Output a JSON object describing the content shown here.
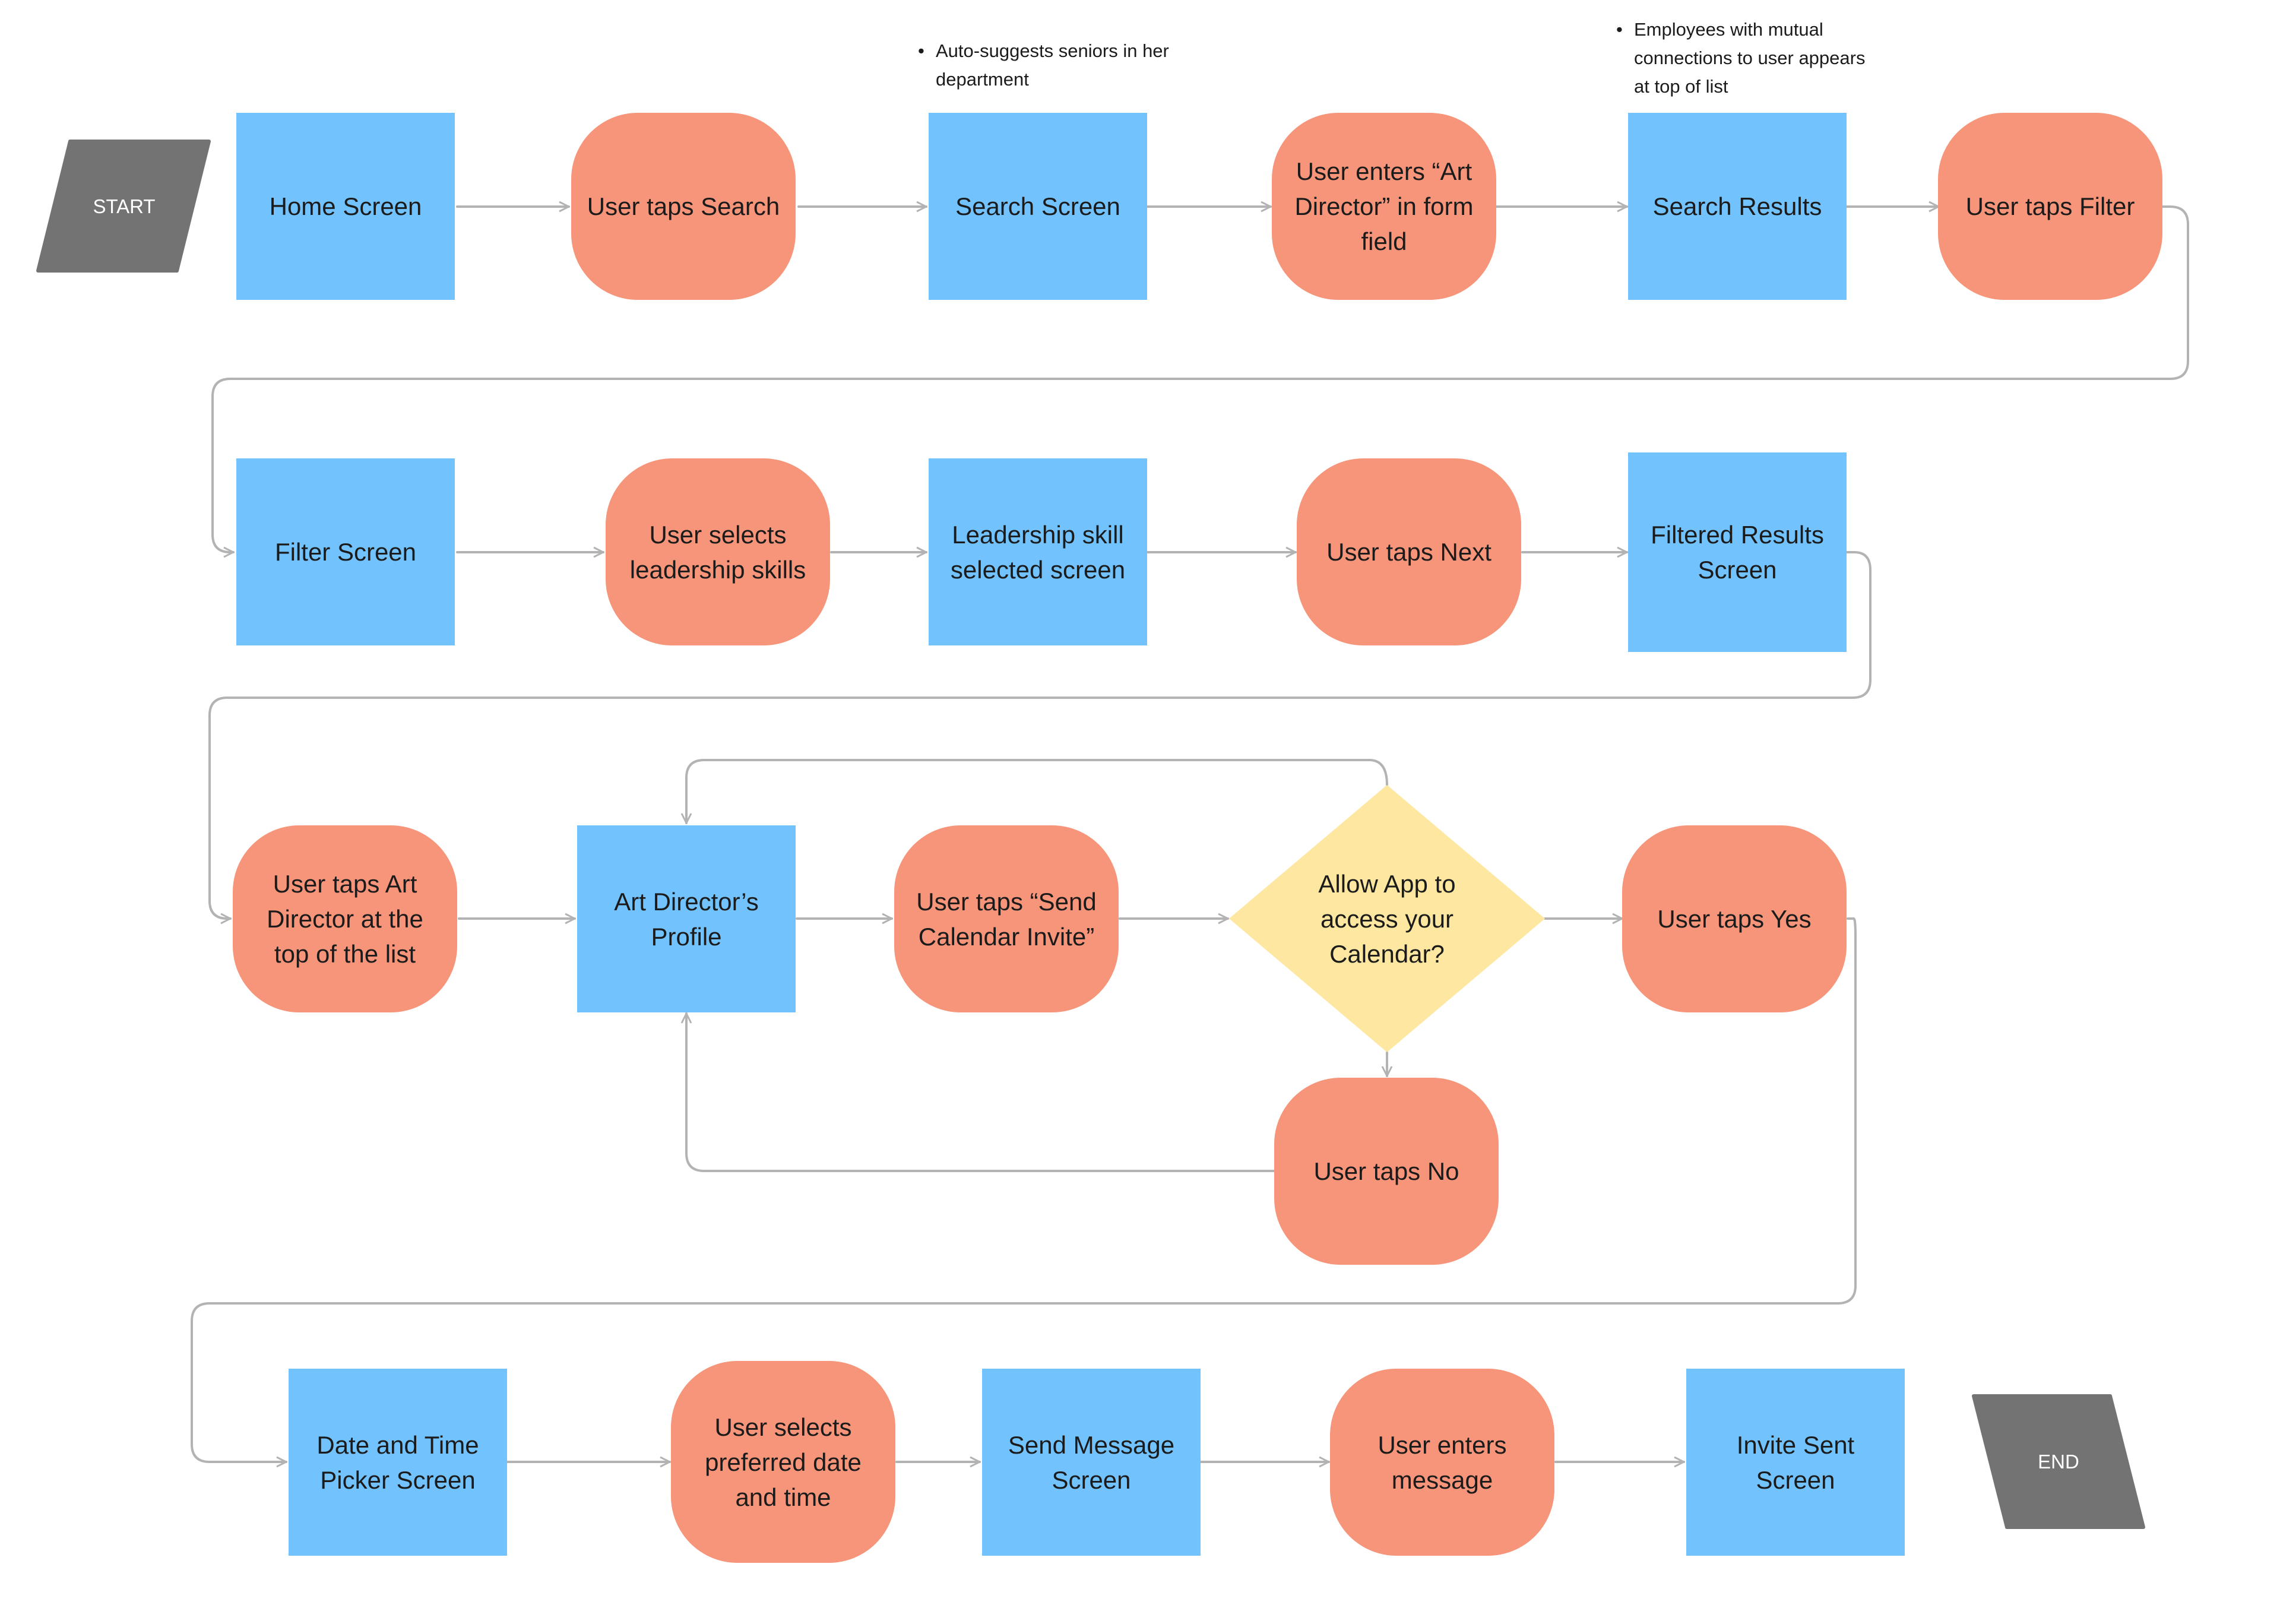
{
  "colors": {
    "screen": "#71c2fd",
    "action": "#f6957a",
    "decision": "#fee7a0",
    "terminal": "#737373",
    "connector": "#b3b3b3"
  },
  "terminals": {
    "start": "START",
    "end": "END"
  },
  "notes": {
    "search_screen": "Auto-suggests seniors in her department",
    "search_results": "Employees with mutual connections to user appears at top of list"
  },
  "row1": {
    "home_screen": "Home Screen",
    "user_taps_search": "User taps Search",
    "search_screen": "Search Screen",
    "user_enters_art_director": "User enters “Art Director” in form field",
    "search_results": "Search Results",
    "user_taps_filter": "User taps Filter"
  },
  "row2": {
    "filter_screen": "Filter Screen",
    "user_selects_leadership_skills": "User selects leadership skills",
    "leadership_skill_selected_screen": "Leadership skill selected screen",
    "user_taps_next": "User taps Next",
    "filtered_results_screen": "Filtered Results Screen"
  },
  "row3": {
    "user_taps_art_director": "User taps Art Director at the top of the list",
    "art_directors_profile": "Art Director’s Profile",
    "user_taps_send_calendar_invite": "User taps “Send Calendar Invite”",
    "allow_calendar_access": "Allow App to access your Calendar?",
    "user_taps_yes": "User taps Yes",
    "user_taps_no": "User taps No"
  },
  "row4": {
    "date_time_picker_screen": "Date and Time Picker Screen",
    "user_selects_date_time": "User selects preferred date and time",
    "send_message_screen": "Send Message Screen",
    "user_enters_message": "User enters message",
    "invite_sent_screen": "Invite Sent Screen"
  }
}
